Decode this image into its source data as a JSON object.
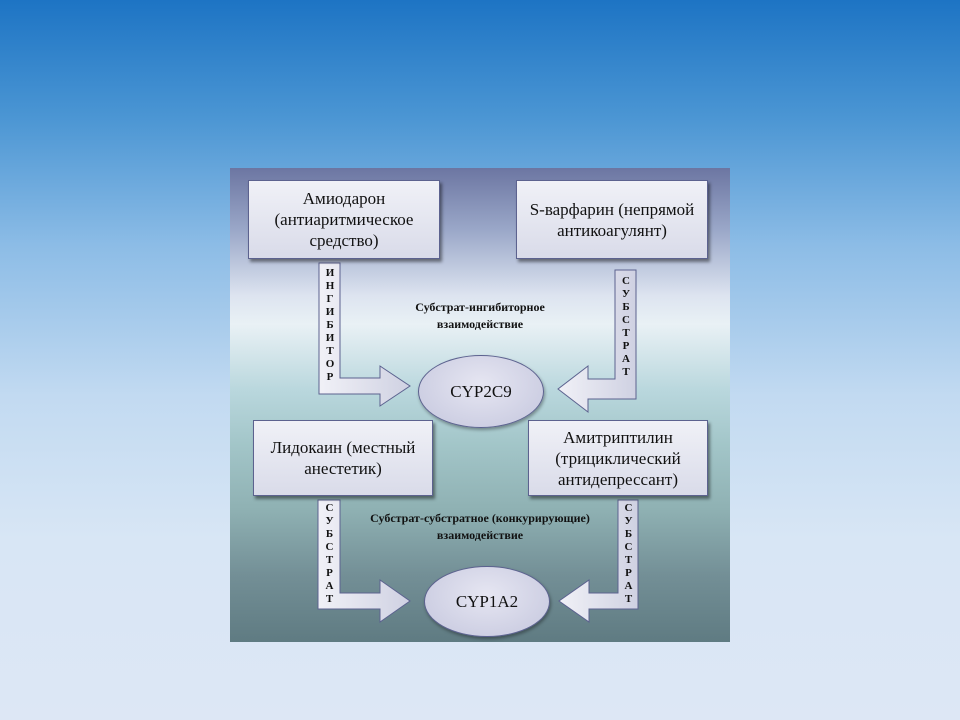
{
  "drugs": {
    "amiodarone": "Амиодарон (антиаритмическое средство)",
    "warfarin": "S-варфарин (непрямой антикоагулянт)",
    "lidocaine": "Лидокаин (местный анестетик)",
    "amitriptyline": "Амитриптилин (трициклический антидепрессант)"
  },
  "enzymes": {
    "cyp2c9": "CYP2C9",
    "cyp1a2": "CYP1A2"
  },
  "captions": {
    "top": "Субстрат-ингибиторное взаимодействие",
    "bottom": "Субстрат-субстратное (конкурирующие) взаимодействие"
  },
  "arrow_labels": {
    "amiodarone_to_cyp2c9": "ИНГИБИТОР",
    "warfarin_to_cyp2c9": "СУБСТРАТ",
    "lidocaine_to_cyp1a2": "СУБСТРАТ",
    "amitriptyline_to_cyp1a2": "СУБСТРАТ"
  },
  "colors": {
    "box_border": "#5c628f",
    "arrow_fill": "#dcdde9"
  }
}
